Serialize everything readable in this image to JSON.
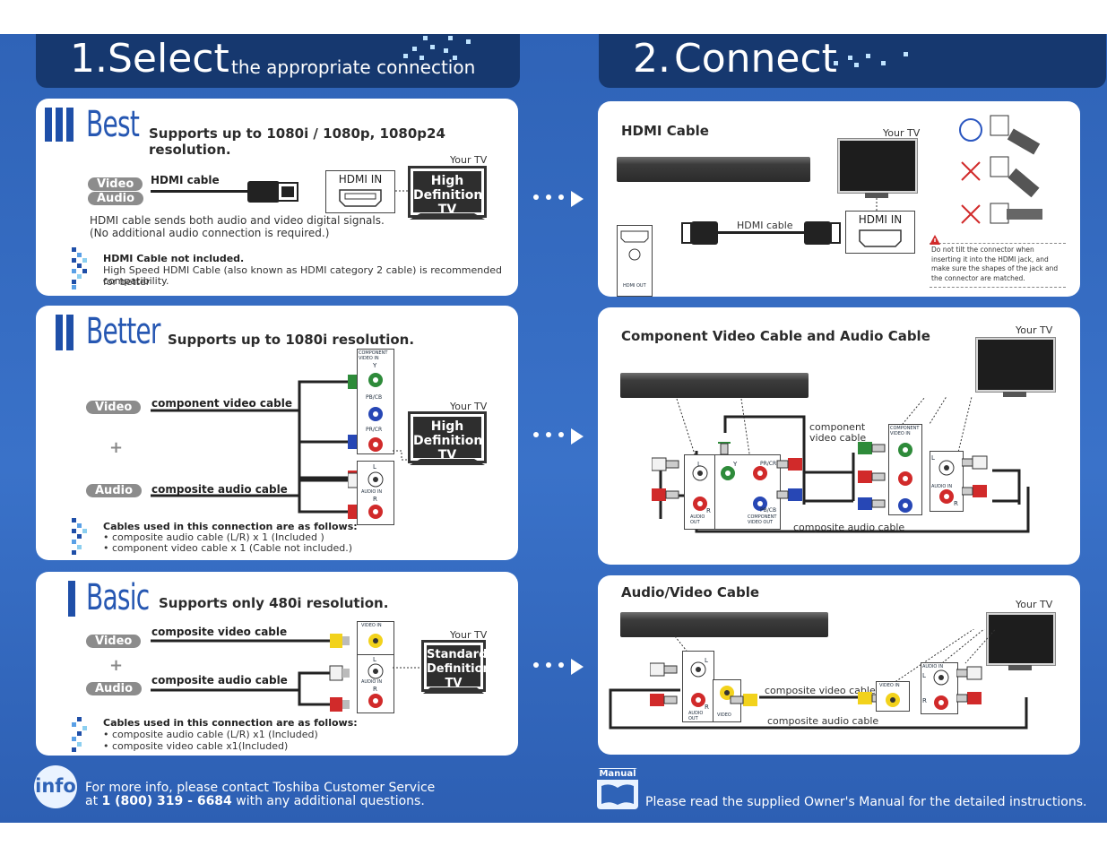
{
  "left_header": {
    "number": "1.",
    "title": "Select",
    "subtitle": "the appropriate connection"
  },
  "right_header": {
    "number": "2.",
    "title": "Connect"
  },
  "best": {
    "tier": "Best",
    "support": "Supports up to 1080i / 1080p, 1080p24 resolution.",
    "pill_video": "Video",
    "pill_audio": "Audio",
    "cable_label": "HDMI cable",
    "hdmi_in": "HDMI IN",
    "your_tv": "Your TV",
    "tv_label": "High Definition TV",
    "desc_line1": "HDMI cable sends both audio and video digital signals.",
    "desc_line2": "(No additional audio connection is required.)",
    "note_title": "HDMI Cable not included.",
    "note_line1": "High Speed HDMI Cable (also known as HDMI category 2 cable) is recommended for better",
    "note_line2": "compatibility."
  },
  "better": {
    "tier": "Better",
    "support": "Supports up to 1080i resolution.",
    "pill_video": "Video",
    "plus": "+",
    "pill_audio": "Audio",
    "video_cable": "component video cable",
    "audio_cable": "composite audio cable",
    "your_tv": "Your TV",
    "tv_label": "High Definition TV",
    "jack_component": "COMPONENT VIDEO IN",
    "jack_y": "Y",
    "jack_pb": "PB/CB",
    "jack_pr": "PR/CR",
    "jack_l": "L",
    "jack_audio_in": "AUDIO IN",
    "jack_r": "R",
    "note_title": "Cables used in this connection are as follows:",
    "note_line1": "• composite audio cable (L/R) x 1 (Included )",
    "note_line2": "• component video cable x 1 (Cable not included.)"
  },
  "basic": {
    "tier": "Basic",
    "support": "Supports only 480i resolution.",
    "pill_video": "Video",
    "plus": "+",
    "pill_audio": "Audio",
    "video_cable": "composite video cable",
    "audio_cable": "composite audio cable",
    "your_tv": "Your TV",
    "tv_label": "Standard Definition TV",
    "jack_video_in": "VIDEO IN",
    "jack_l": "L",
    "jack_audio_in": "AUDIO IN",
    "jack_r": "R",
    "note_title": "Cables used in this connection are as follows:",
    "note_line1": "• composite audio cable (L/R) x1 (Included)",
    "note_line2": "• composite video cable x1(Included)"
  },
  "connect_hdmi": {
    "title": "HDMI Cable",
    "your_tv": "Your TV",
    "cable_label": "HDMI cable",
    "hdmi_in": "HDMI IN",
    "hdmi_out": "HDMI OUT",
    "warning": "Do not tilt the connector when inserting it into the HDMI jack, and make sure the shapes of the jack and the connector are matched."
  },
  "connect_component": {
    "title": "Component Video Cable and Audio Cable",
    "your_tv": "Your TV",
    "video_cable_line1": "component",
    "video_cable_line2": "video cable",
    "audio_cable": "composite audio cable",
    "jack_l": "L",
    "jack_y": "Y",
    "jack_pr": "PR/CR",
    "jack_pb": "PB/CB",
    "jack_r": "R",
    "audio_out": "AUDIO OUT",
    "component_out": "COMPONENT VIDEO OUT",
    "tv_component_in": "COMPONENT VIDEO IN",
    "tv_audio_in": "AUDIO IN"
  },
  "connect_av": {
    "title": "Audio/Video Cable",
    "your_tv": "Your TV",
    "video_cable": "composite video cable",
    "audio_cable": "composite audio cable",
    "jack_l": "L",
    "jack_r": "R",
    "audio_out": "AUDIO OUT",
    "video_out": "VIDEO",
    "tv_video_in": "VIDEO IN",
    "tv_audio_in": "AUDIO IN"
  },
  "footer_left": {
    "icon": "info",
    "line1": "For more info, please contact Toshiba Customer Service",
    "line2_prefix": "at ",
    "phone": "1 (800) 319 - 6684",
    "line2_suffix": " with any additional questions."
  },
  "footer_right": {
    "icon": "Manual",
    "text": "Please read the supplied Owner's Manual for the detailed instructions."
  },
  "colors": {
    "background_blue": "#2f63b7",
    "header_navy": "#16386f",
    "tier_blue": "#2657b2",
    "plug_green": "#2e8b3a",
    "plug_blue": "#2747b5",
    "plug_red": "#d12a2a",
    "plug_yellow": "#f2d21c",
    "plug_white": "#f2f2f2"
  }
}
